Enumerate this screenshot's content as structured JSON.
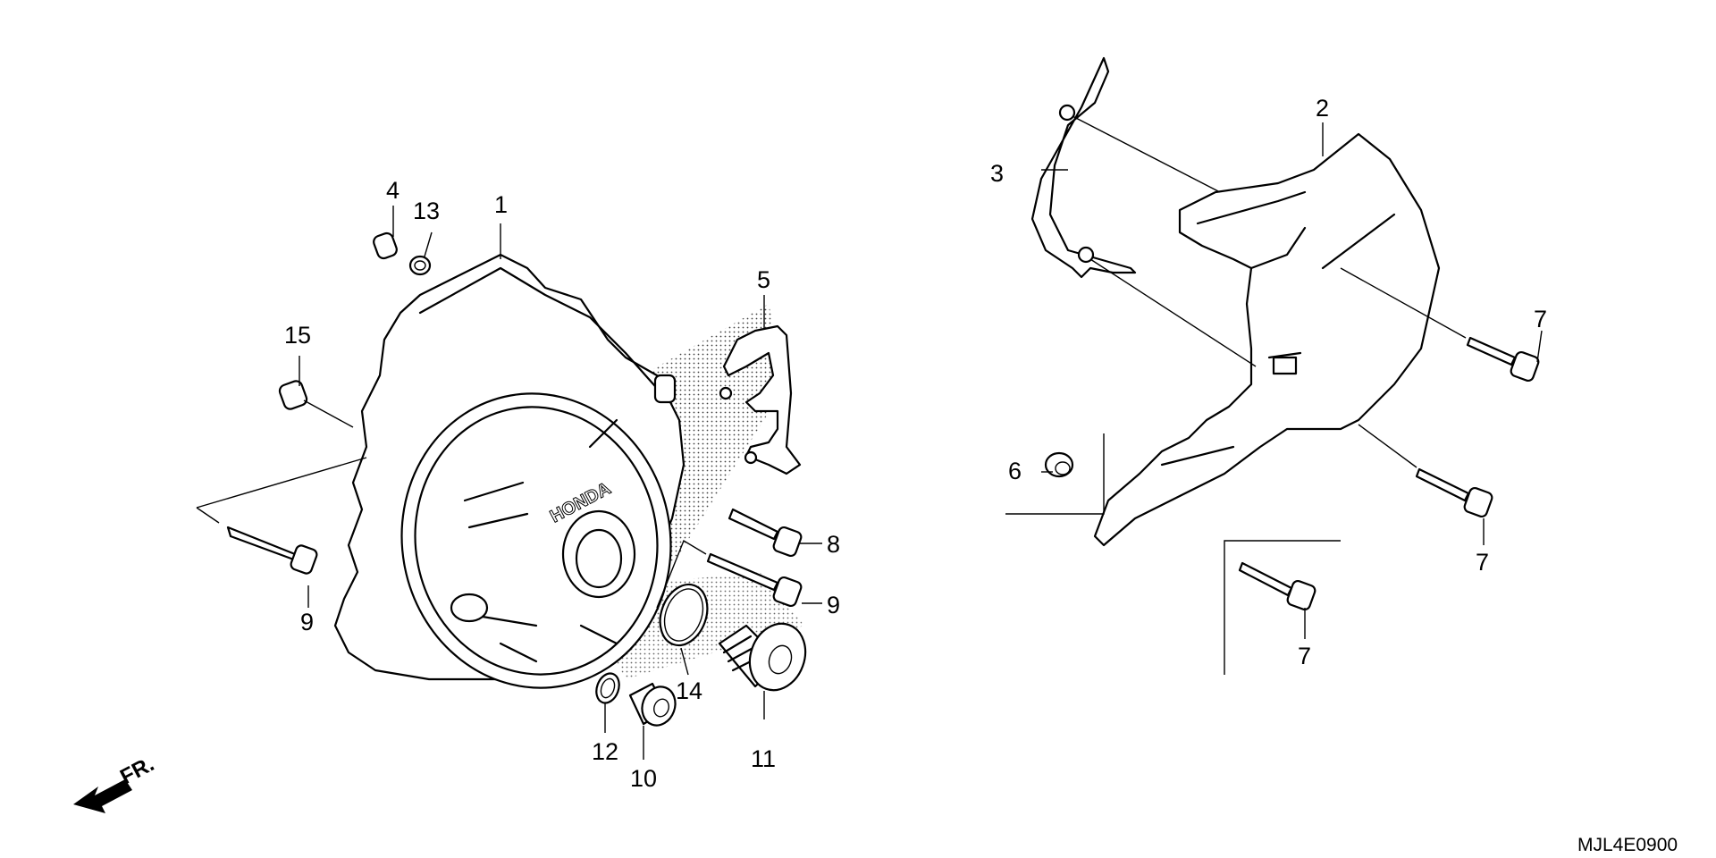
{
  "diagram": {
    "code": "MJL4E0900",
    "brand": "HONDA",
    "direction": "FR.",
    "callouts": {
      "c1": "1",
      "c2": "2",
      "c3": "3",
      "c4": "4",
      "c5": "5",
      "c6": "6",
      "c7a": "7",
      "c7b": "7",
      "c7c": "7",
      "c8": "8",
      "c9a": "9",
      "c9b": "9",
      "c10": "10",
      "c11": "11",
      "c12": "12",
      "c13": "13",
      "c14": "14",
      "c15": "15"
    }
  }
}
